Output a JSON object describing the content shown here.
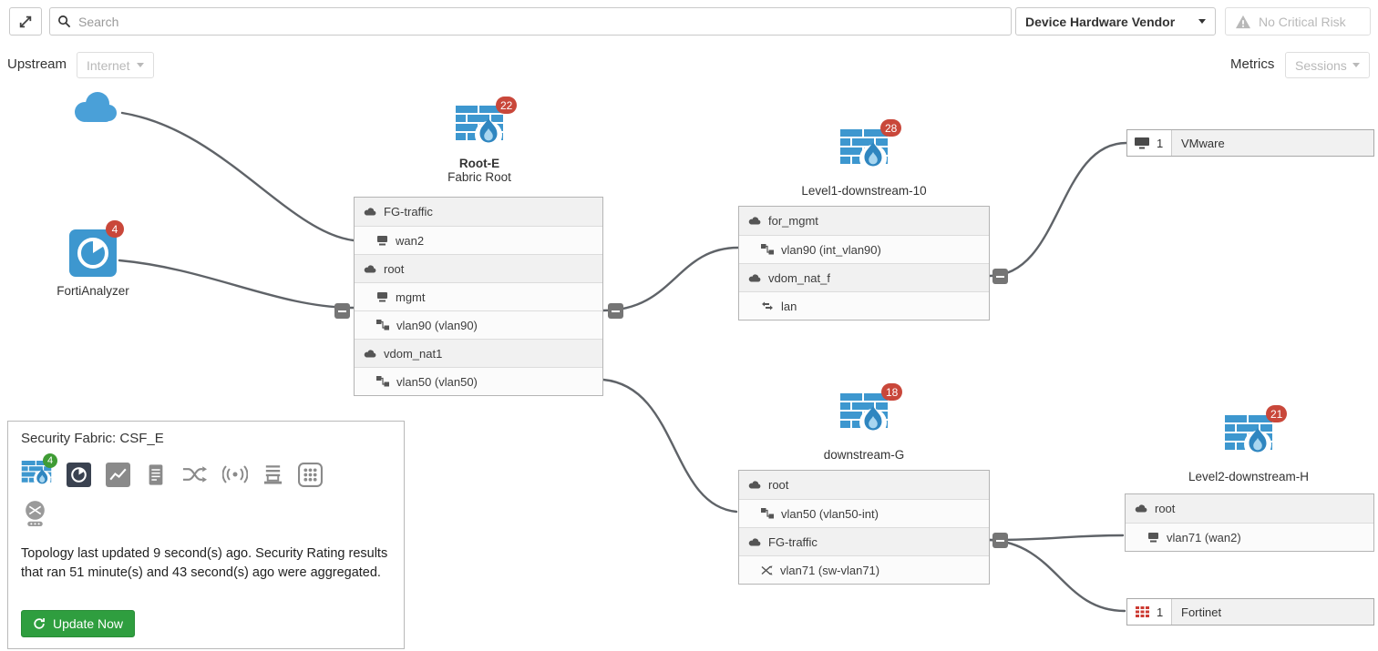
{
  "topbar": {
    "search_placeholder": "Search",
    "vendor_dropdown_label": "Device Hardware Vendor",
    "risk_label": "No Critical Risk"
  },
  "toolbar": {
    "upstream_label": "Upstream",
    "upstream_value": "Internet",
    "metrics_label": "Metrics",
    "metrics_value": "Sessions"
  },
  "colors": {
    "firewall_blue": "#3d97cf",
    "badge_red": "#c9473a",
    "badge_green": "#3f9c35",
    "update_green": "#2f9e3f"
  },
  "nodes": {
    "internet_cloud": {
      "name": "internet"
    },
    "fortianalyzer": {
      "label": "FortiAnalyzer",
      "badge": "4"
    },
    "root": {
      "name": "Root-E",
      "subtitle": "Fabric Root",
      "badge": "22",
      "rows": [
        {
          "kind": "vdom",
          "label": "FG-traffic"
        },
        {
          "kind": "intf",
          "icon": "port",
          "label": "wan2"
        },
        {
          "kind": "vdom",
          "label": "root"
        },
        {
          "kind": "intf",
          "icon": "port",
          "label": "mgmt"
        },
        {
          "kind": "intf",
          "icon": "vlan",
          "label": "vlan90 (vlan90)"
        },
        {
          "kind": "vdom",
          "label": "vdom_nat1"
        },
        {
          "kind": "intf",
          "icon": "vlan",
          "label": "vlan50 (vlan50)"
        }
      ]
    },
    "level1": {
      "name": "Level1-downstream-10",
      "badge": "28",
      "rows": [
        {
          "kind": "vdom",
          "label": "for_mgmt"
        },
        {
          "kind": "intf",
          "icon": "vlan",
          "label": "vlan90 (int_vlan90)"
        },
        {
          "kind": "vdom",
          "label": "vdom_nat_f"
        },
        {
          "kind": "intf",
          "icon": "lan",
          "label": "lan"
        }
      ]
    },
    "downstream_g": {
      "name": "downstream-G",
      "badge": "18",
      "rows": [
        {
          "kind": "vdom",
          "label": "root"
        },
        {
          "kind": "intf",
          "icon": "vlan",
          "label": "vlan50 (vlan50-int)"
        },
        {
          "kind": "vdom",
          "label": "FG-traffic"
        },
        {
          "kind": "intf",
          "icon": "swvlan",
          "label": "vlan71 (sw-vlan71)"
        }
      ]
    },
    "level2": {
      "name": "Level2-downstream-H",
      "badge": "21",
      "rows": [
        {
          "kind": "vdom",
          "label": "root"
        },
        {
          "kind": "intf",
          "icon": "port",
          "label": "vlan71 (wan2)"
        }
      ]
    },
    "vmware": {
      "count": "1",
      "label": "VMware"
    },
    "fortinet": {
      "count": "1",
      "label": "Fortinet"
    }
  },
  "panel": {
    "title": "Security Fabric: CSF_E",
    "fortigate_badge": "4",
    "status_text": "Topology last updated 9 second(s) ago. Security Rating results that ran 51 minute(s) and 43 second(s) ago were aggregated.",
    "update_button_label": "Update Now"
  }
}
